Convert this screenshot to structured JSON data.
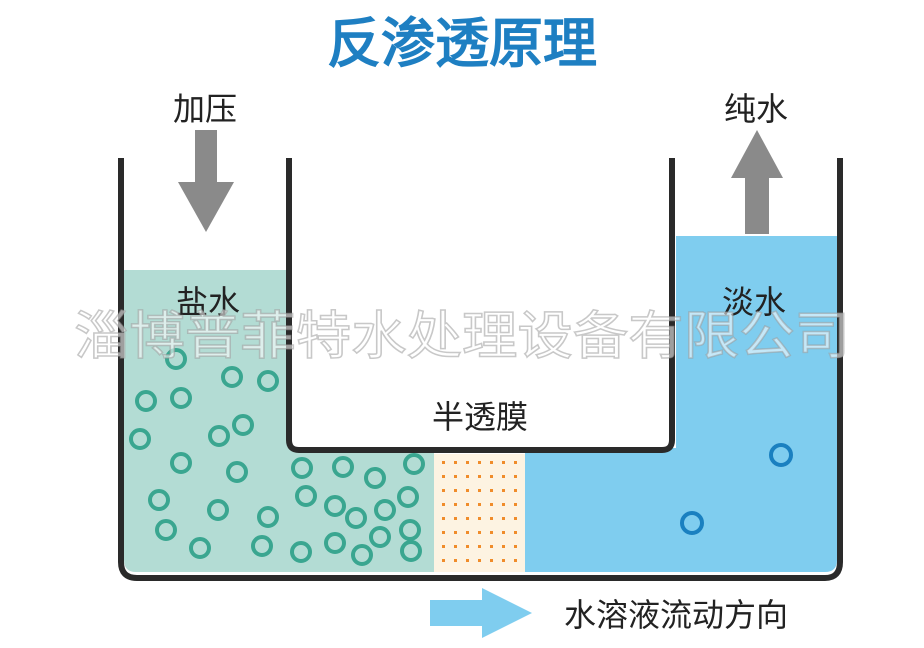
{
  "title": "反渗透原理",
  "labels": {
    "pressure": "加压",
    "pure_water": "纯水",
    "salt_water": "盐水",
    "fresh_water": "淡水",
    "membrane": "半透膜",
    "flow_direction": "水溶液流动方向"
  },
  "watermark": "淄博普菲特水处理设备有限公司",
  "colors": {
    "title": "#1e7fc2",
    "salt_water": "#b3dcd4",
    "fresh_water": "#7fcdef",
    "salt_particle": "#3aa690",
    "fresh_particle": "#1a80c0",
    "membrane_dots": "#f08c2a",
    "arrow_gray": "#8a8a8a",
    "flow_arrow": "#7fcdef",
    "tank_outline": "#2a2a2a"
  },
  "icons": {
    "pressure_arrow": "arrow-down-icon",
    "pure_water_arrow": "arrow-up-icon",
    "flow_arrow": "arrow-right-icon"
  }
}
